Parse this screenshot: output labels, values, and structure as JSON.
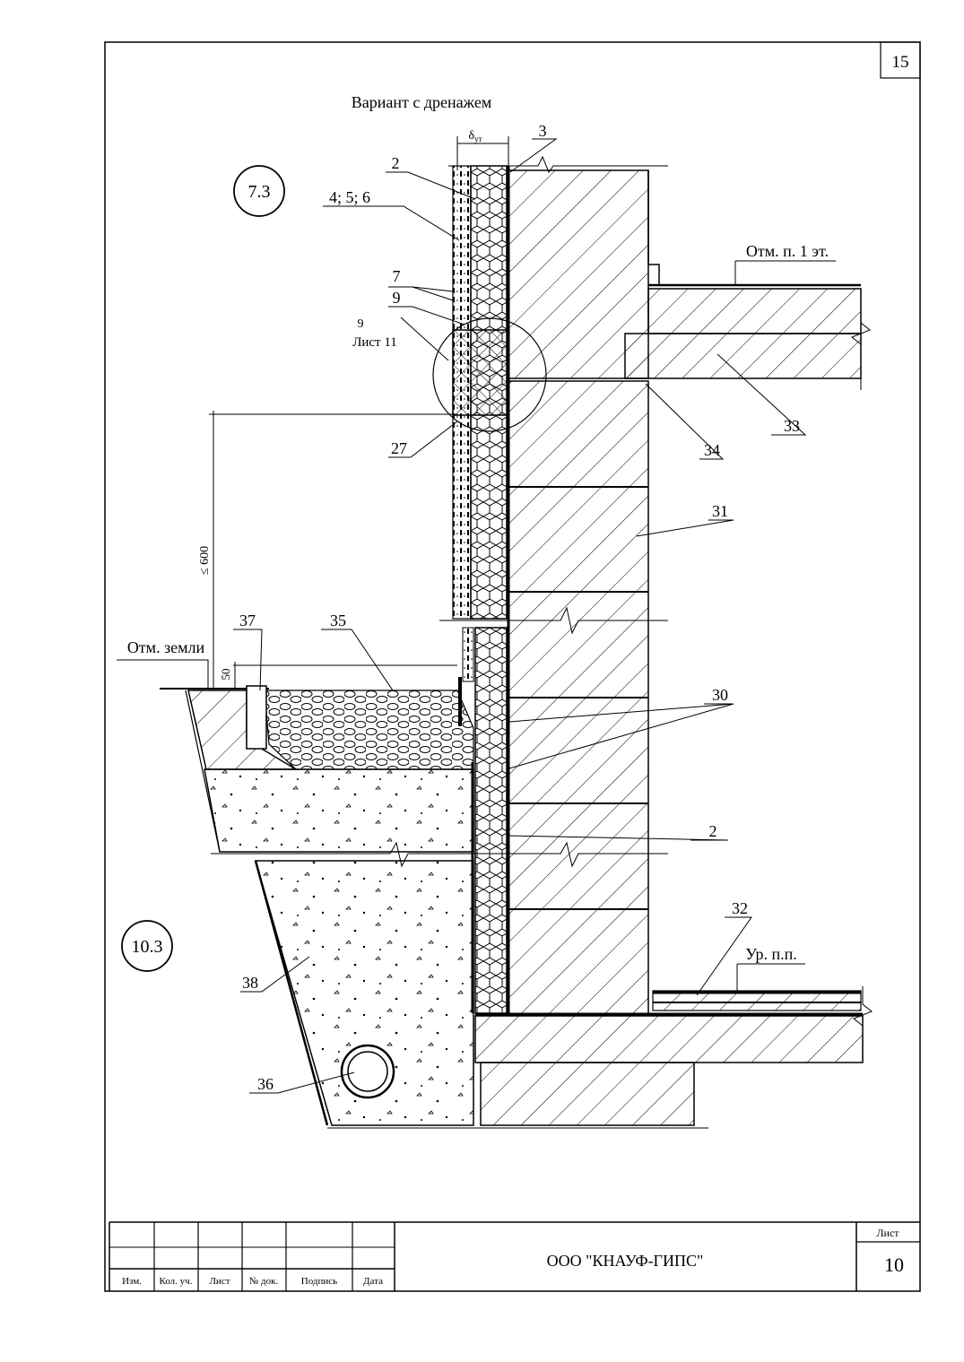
{
  "sheet_top_number": "15",
  "title": "Вариант с дренажем",
  "node_upper": "7.3",
  "node_lower": "10.3",
  "delta_label": "δ",
  "delta_sub": "ут",
  "callouts": {
    "c2": "2",
    "c3": "3",
    "c456": "4; 5; 6",
    "c7": "7",
    "c9": "9",
    "c9ref_num": "9",
    "c9ref_sheet": "Лист 11",
    "c27": "27",
    "c33": "33",
    "c34": "34",
    "c31": "31",
    "c30": "30",
    "c2b": "2",
    "c32": "32",
    "c35": "35",
    "c37": "37",
    "c38": "38",
    "c36": "36"
  },
  "level_floor1": "Отм. п. 1 эт.",
  "level_ground": "Отм. земли",
  "level_floor": "Ур. п.п.",
  "dim_600": "≤ 600",
  "dim_50": "50",
  "title_block": {
    "columns": [
      "Изм.",
      "Кол. уч.",
      "Лист",
      "№ док.",
      "Подпись",
      "Дата"
    ],
    "company": "ООО \"КНАУФ-ГИПС\"",
    "sheet_label": "Лист",
    "sheet_number": "10"
  }
}
